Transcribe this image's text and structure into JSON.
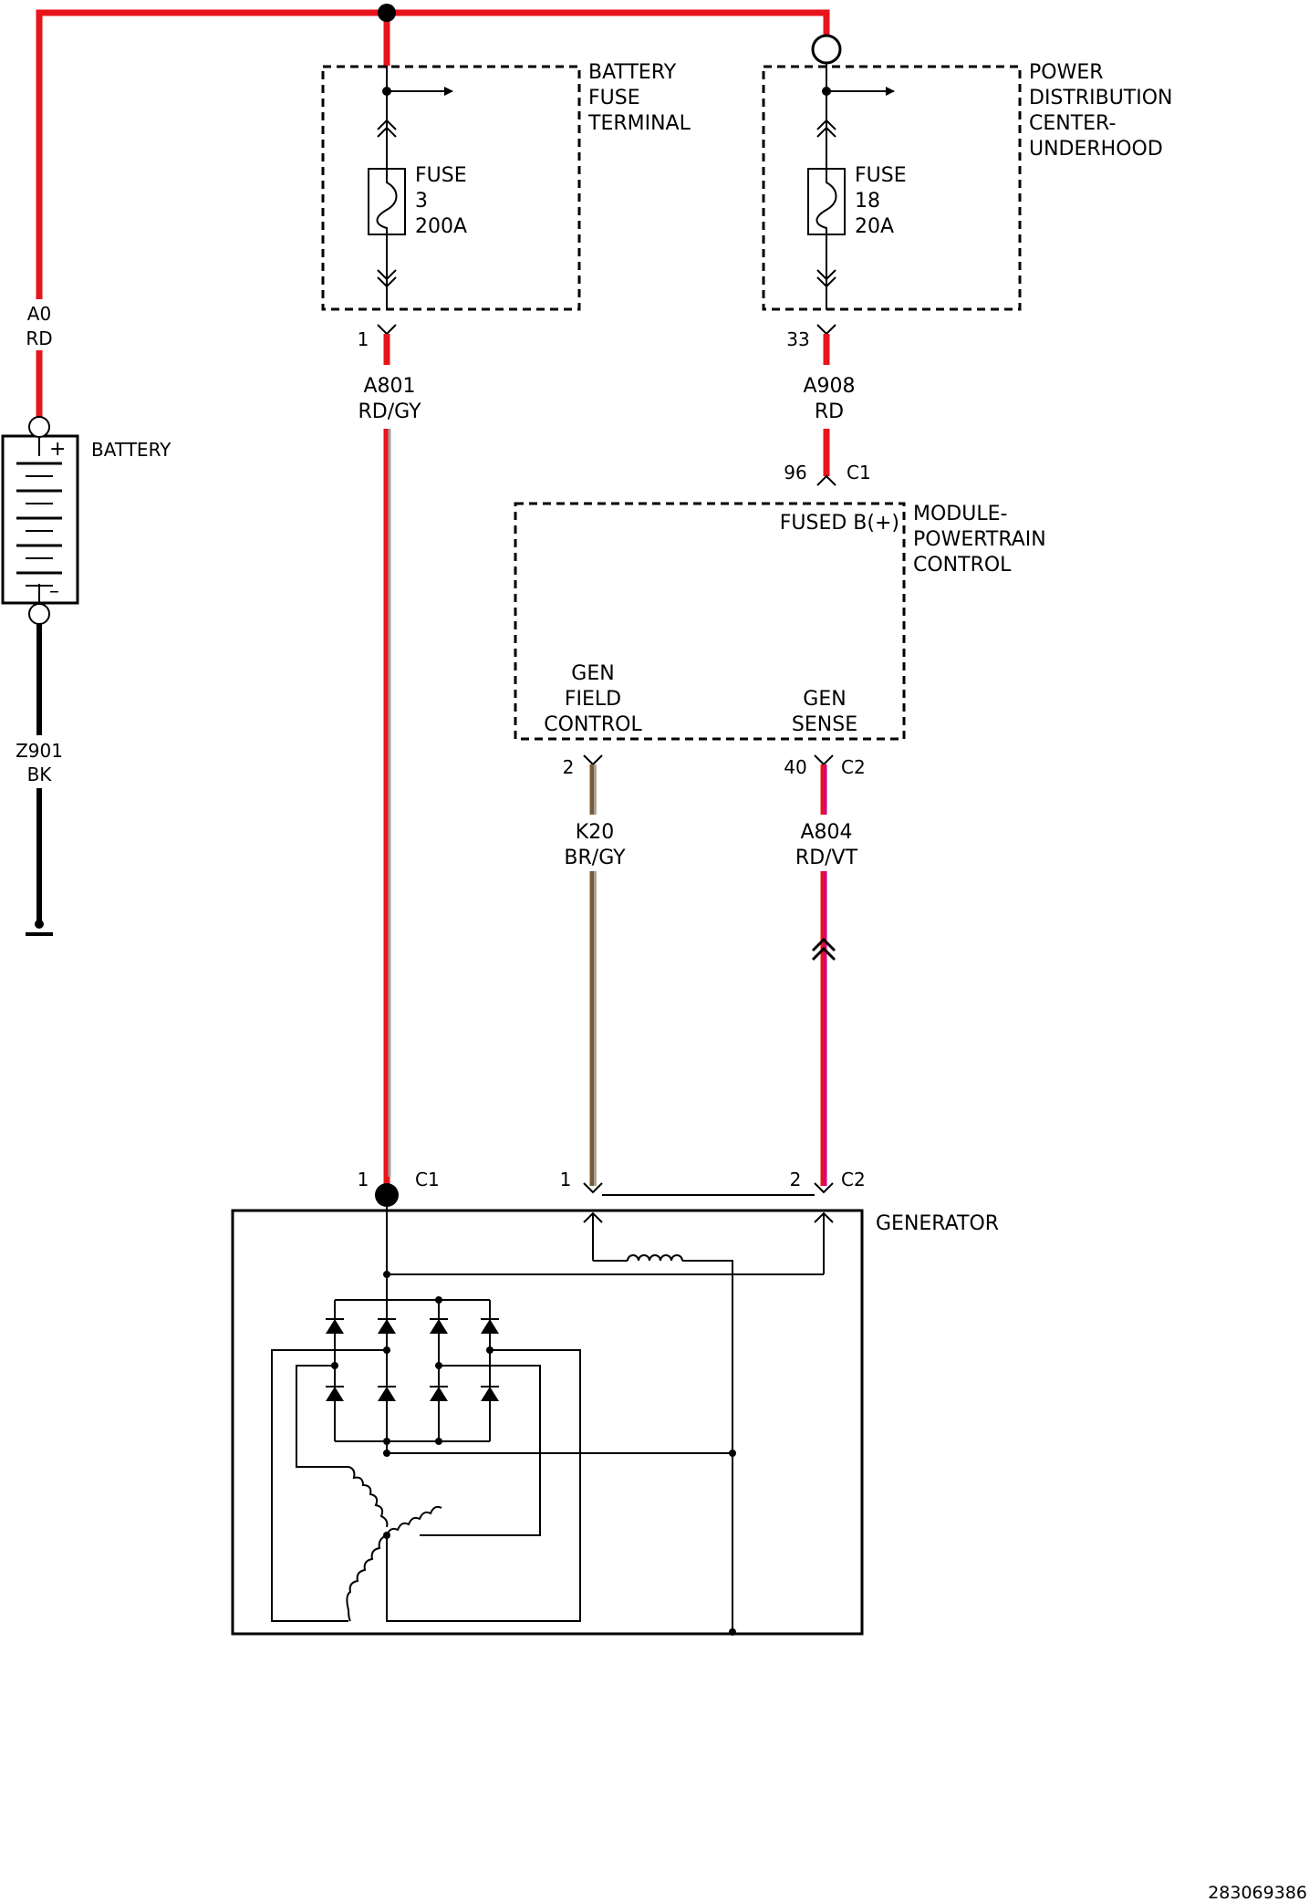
{
  "colors": {
    "red": "#e8141b",
    "gray": "#a0a0a0",
    "brown": "#7a5c34",
    "violet": "#d2007f",
    "black": "#000000"
  },
  "battery": {
    "label": "BATTERY",
    "wire_top_code": "A0",
    "wire_top_color": "RD",
    "wire_bottom_code": "Z901",
    "wire_bottom_color": "BK",
    "plus": "+",
    "minus": "–"
  },
  "battery_fuse_terminal": {
    "label_lines": [
      "BATTERY",
      "FUSE",
      "TERMINAL"
    ],
    "fuse_lines": [
      "FUSE",
      "3",
      "200A"
    ],
    "pin": "1",
    "wire_code": "A801",
    "wire_color": "RD/GY"
  },
  "pdc": {
    "label_lines": [
      "POWER",
      "DISTRIBUTION",
      "CENTER-",
      "UNDERHOOD"
    ],
    "fuse_lines": [
      "FUSE",
      "18",
      "20A"
    ],
    "pin": "33",
    "wire_code": "A908",
    "wire_color": "RD"
  },
  "pcm": {
    "label_lines": [
      "MODULE-",
      "POWERTRAIN",
      "CONTROL"
    ],
    "input_pin": "96",
    "input_connector": "C1",
    "fused_b": "FUSED B(+)",
    "gen_field_lines": [
      "GEN",
      "FIELD",
      "CONTROL"
    ],
    "gen_sense_lines": [
      "GEN",
      "SENSE"
    ],
    "field_pin": "2",
    "sense_pin": "40",
    "sense_connector": "C2"
  },
  "wires": {
    "field_code": "K20",
    "field_color": "BR/GY",
    "sense_code": "A804",
    "sense_color": "RD/VT"
  },
  "generator": {
    "label": "GENERATOR",
    "c1_pin": "1",
    "c1_connector": "C1",
    "c2_pin_field": "1",
    "c2_pin_sense": "2",
    "c2_connector": "C2"
  },
  "footer_id": "283069386"
}
